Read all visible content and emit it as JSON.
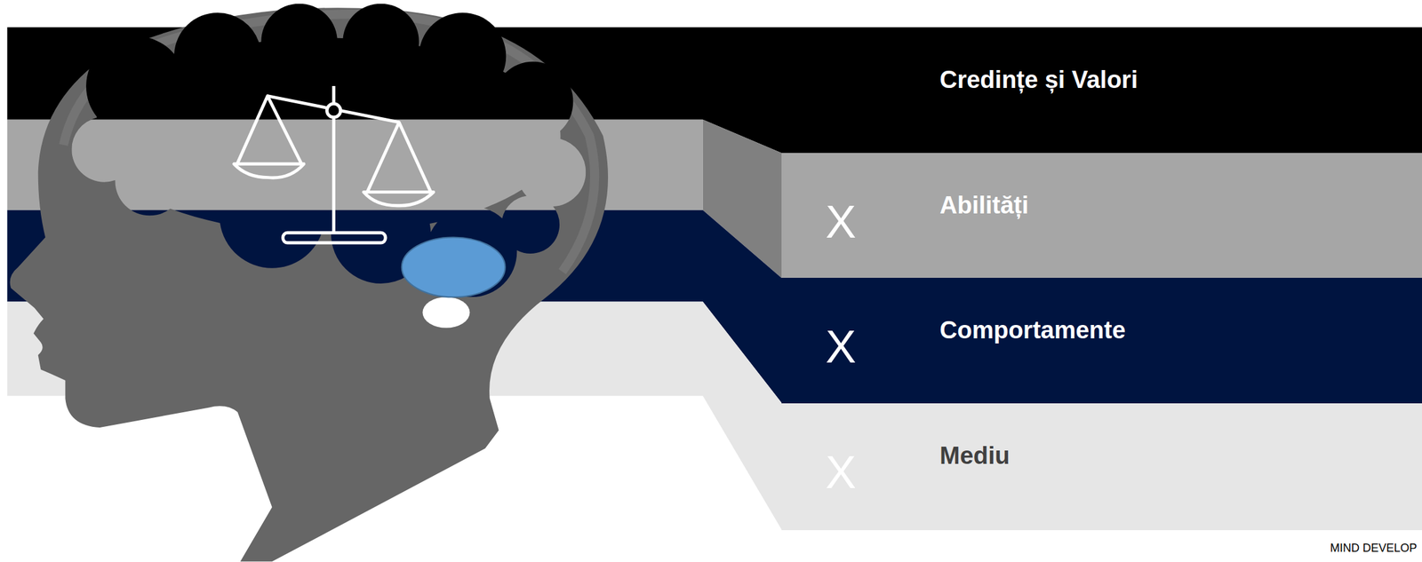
{
  "diagram": {
    "nodes": [
      {
        "text": [
          "Credințe și Valori"
        ]
      },
      {
        "text": [
          "X",
          "Abilități"
        ]
      },
      {
        "text": [
          "X",
          "Comportamente"
        ]
      },
      {
        "text": [
          "X",
          "Mediu"
        ]
      }
    ],
    "labels": [
      "MIND DEVELOP"
    ]
  }
}
